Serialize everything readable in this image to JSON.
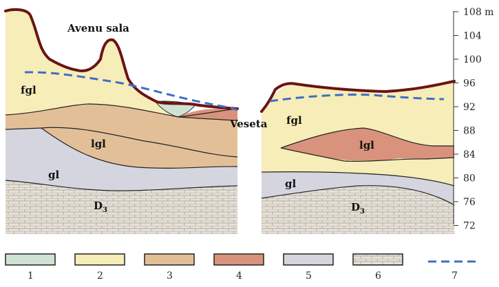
{
  "colors": {
    "unit_1": "#cfe3d4",
    "unit_2": "#f7edb8",
    "unit_3": "#e3bf98",
    "unit_4": "#d9937c",
    "unit_5": "#d5d5df",
    "unit_6_bg": "#e6e1d8",
    "unit_6_line": "#a49c90",
    "groundwater_line": "#3d6fc4",
    "surface_line": "#6b1414",
    "boundary_line": "#222222"
  },
  "labels": {
    "avenu_sala": "Avenu sala",
    "veseta": "Veseta",
    "fgl_left": "fgl",
    "lgl_left": "lgl",
    "gl_left": "gl",
    "d3_left_main": "D",
    "d3_left_sub": "3",
    "fgl_right": "fgl",
    "lgl_right": "lgl",
    "gl_right": "gl",
    "d3_right_main": "D",
    "d3_right_sub": "3"
  },
  "axis": {
    "unit": "m",
    "ticks": [
      "108 m",
      "104",
      "100",
      "96",
      "92",
      "88",
      "84",
      "80",
      "76",
      "72"
    ]
  },
  "legend": {
    "items": [
      {
        "number": "1",
        "icon": "swatch-unit-1"
      },
      {
        "number": "2",
        "icon": "swatch-unit-2"
      },
      {
        "number": "3",
        "icon": "swatch-unit-3"
      },
      {
        "number": "4",
        "icon": "swatch-unit-4"
      },
      {
        "number": "5",
        "icon": "swatch-unit-5"
      },
      {
        "number": "6",
        "icon": "swatch-unit-6-brick"
      },
      {
        "number": "7",
        "icon": "dashed-groundwater-line"
      }
    ]
  }
}
